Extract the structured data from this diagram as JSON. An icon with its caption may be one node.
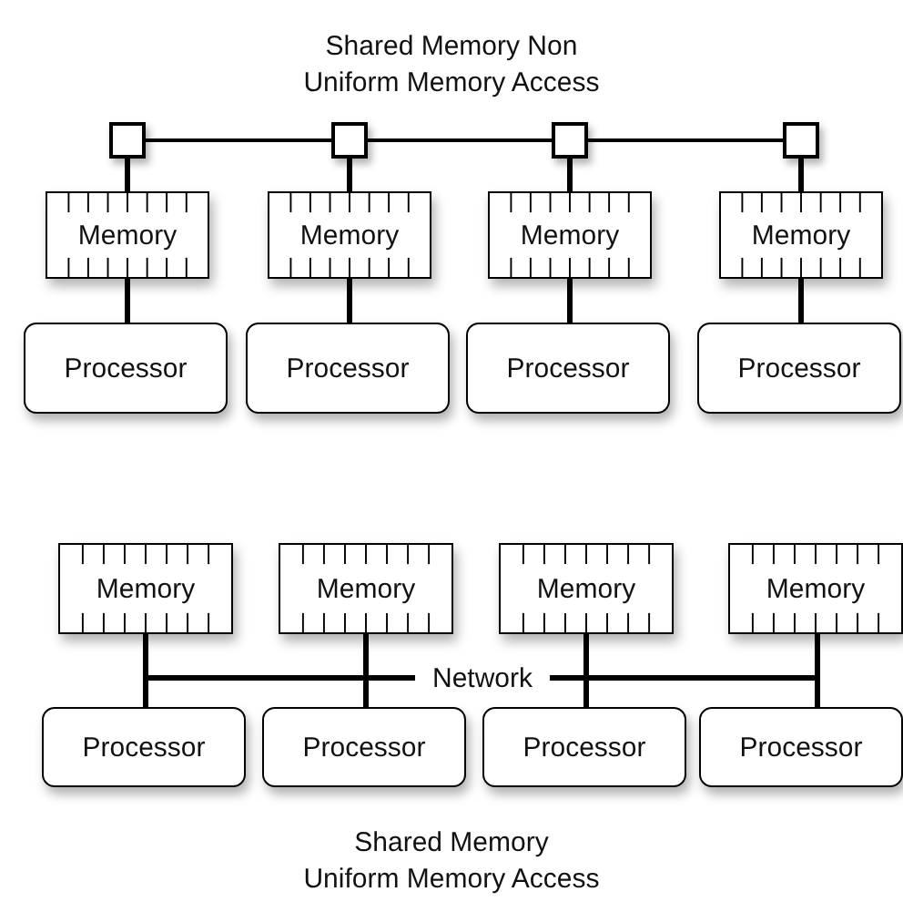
{
  "diagram": {
    "nodes": [
      {
        "text": [],
        "shape": "box"
      },
      {
        "text": [],
        "shape": "box"
      },
      {
        "text": [],
        "shape": "box"
      },
      {
        "text": [],
        "shape": "box"
      },
      {
        "text": [
          "Memory"
        ]
      },
      {
        "text": [
          "Memory"
        ]
      },
      {
        "text": [
          "Memory"
        ]
      },
      {
        "text": [
          "Memory"
        ]
      },
      {
        "text": [
          "Processor"
        ]
      },
      {
        "text": [
          "Processor"
        ]
      },
      {
        "text": [
          "Processor"
        ]
      },
      {
        "text": [
          "Processor"
        ]
      },
      {
        "text": [
          "Memory"
        ]
      },
      {
        "text": [
          "Memory"
        ]
      },
      {
        "text": [
          "Memory"
        ]
      },
      {
        "text": [
          "Memory"
        ]
      },
      {
        "text": [
          "Network"
        ]
      },
      {
        "text": [
          "Processor"
        ]
      },
      {
        "text": [
          "Processor"
        ]
      },
      {
        "text": [
          "Processor"
        ]
      },
      {
        "text": [
          "Processor"
        ]
      }
    ],
    "edges": [
      {
        "from": 0,
        "to": 1,
        "arrow": "none"
      },
      {
        "from": 1,
        "to": 2,
        "arrow": "none"
      },
      {
        "from": 2,
        "to": 3,
        "arrow": "none"
      },
      {
        "from": 0,
        "to": 4,
        "arrow": "none"
      },
      {
        "from": 1,
        "to": 5,
        "arrow": "none"
      },
      {
        "from": 2,
        "to": 6,
        "arrow": "none"
      },
      {
        "from": 3,
        "to": 7,
        "arrow": "none"
      },
      {
        "from": 4,
        "to": 8,
        "arrow": "none"
      },
      {
        "from": 5,
        "to": 9,
        "arrow": "none"
      },
      {
        "from": 6,
        "to": 10,
        "arrow": "none"
      },
      {
        "from": 7,
        "to": 11,
        "arrow": "none"
      },
      {
        "from": 12,
        "to": 16,
        "arrow": "none"
      },
      {
        "from": 13,
        "to": 16,
        "arrow": "none"
      },
      {
        "from": 14,
        "to": 16,
        "arrow": "none"
      },
      {
        "from": 15,
        "to": 16,
        "arrow": "none"
      },
      {
        "from": 17,
        "to": 16,
        "arrow": "none"
      },
      {
        "from": 18,
        "to": 16,
        "arrow": "none"
      },
      {
        "from": 19,
        "to": 16,
        "arrow": "none"
      },
      {
        "from": 20,
        "to": 16,
        "arrow": "none"
      }
    ],
    "labels": [
      "Shared Memory Non Uniform Memory Access",
      "Shared Memory Uniform Memory Access"
    ]
  }
}
